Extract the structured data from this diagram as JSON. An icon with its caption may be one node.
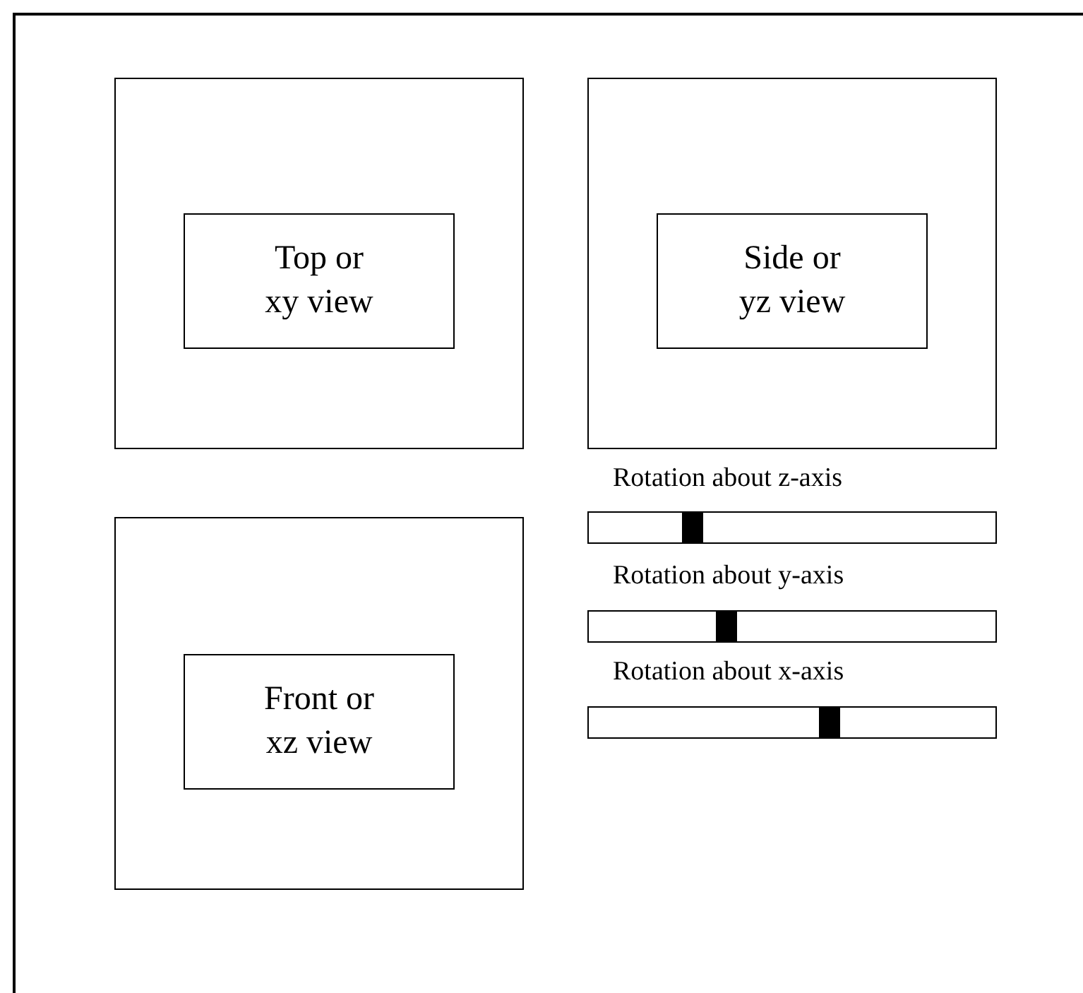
{
  "diagram": {
    "nodes": [
      {
        "text": [],
        "shape": "box"
      },
      {
        "text": [
          "Top or xy view"
        ],
        "in": 0
      },
      {
        "text": [],
        "shape": "box"
      },
      {
        "text": [
          "Side or yz view"
        ],
        "in": 2
      },
      {
        "text": [],
        "shape": "box"
      },
      {
        "text": [
          "Front or xz view"
        ],
        "in": 4
      }
    ],
    "edges": [],
    "labels": [
      "Rotation about z-axis",
      "Rotation about y-axis",
      "Rotation about x-axis"
    ]
  }
}
